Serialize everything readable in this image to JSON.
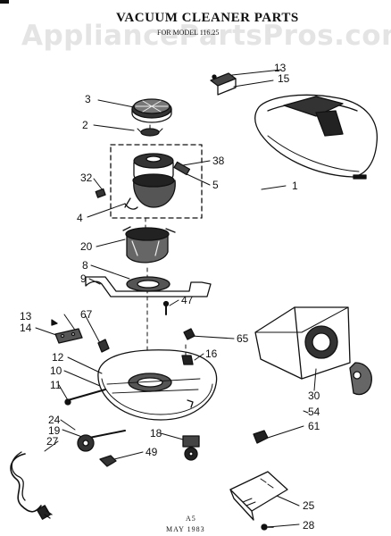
{
  "watermark": "AppliancePartsPros.com",
  "title": "VACUUM CLEANER PARTS",
  "subtitle": "FOR MODEL 116.25",
  "footer": {
    "code": "A5",
    "date": "MAY 1983"
  },
  "part_numbers": [
    "13",
    "15",
    "3",
    "2",
    "38",
    "5",
    "32",
    "1",
    "4",
    "20",
    "8",
    "9",
    "47",
    "13",
    "67",
    "14",
    "65",
    "12",
    "16",
    "10",
    "11",
    "30",
    "24",
    "54",
    "19",
    "61",
    "27",
    "18",
    "49",
    "25",
    "28"
  ]
}
